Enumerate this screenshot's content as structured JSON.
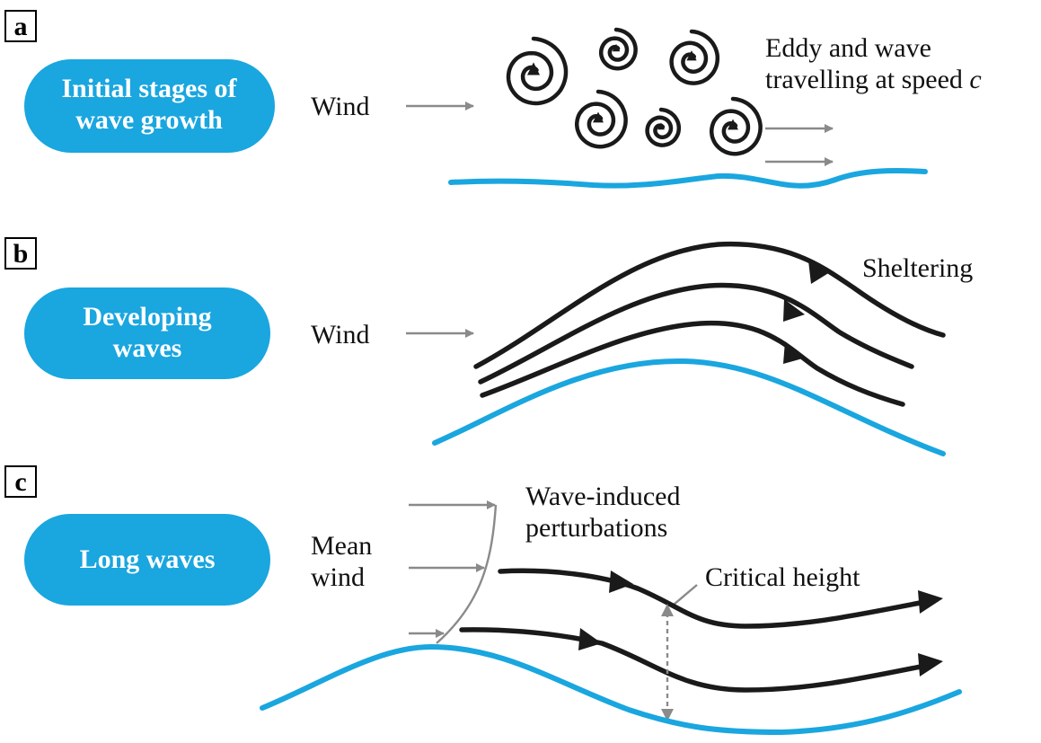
{
  "panels": [
    {
      "letter": "a",
      "title_line1": "Initial stages of",
      "title_line2": "wave growth",
      "wind_label": "Wind",
      "annotation_line1": "Eddy and wave",
      "annotation_line2": "travelling at speed ",
      "annotation_var": "c"
    },
    {
      "letter": "b",
      "title_line1": "Developing",
      "title_line2": "waves",
      "wind_label": "Wind",
      "annotation": "Sheltering"
    },
    {
      "letter": "c",
      "title": "Long waves",
      "wind_line1": "Mean",
      "wind_line2": "wind",
      "perturbation_line1": "Wave-induced",
      "perturbation_line2": "perturbations",
      "critical_label": "Critical height"
    }
  ],
  "colors": {
    "water": "#1aa6df",
    "pill": "#1aa6df",
    "flow": "#1a1a1a",
    "arrow": "#8a8a8a"
  }
}
